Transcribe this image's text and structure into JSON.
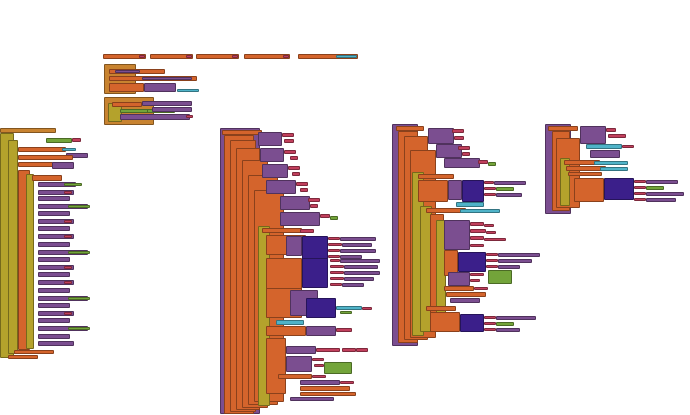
{
  "workspace": {
    "type": "blocks-editor",
    "colors": {
      "event": "#c88330",
      "variable": "#d4642c",
      "procedure": "#7b4e90",
      "control": "#b4a22c",
      "logic": "#73a43a",
      "text": "#c13f5c",
      "lists": "#4fb3c8",
      "component": "#3b1f8a"
    },
    "block_groups": [
      {
        "id": "globals-row",
        "kind": "variable-declarations"
      },
      {
        "id": "init-small-1",
        "kind": "event-handler"
      },
      {
        "id": "init-small-2",
        "kind": "event-handler"
      },
      {
        "id": "left-long",
        "kind": "procedure"
      },
      {
        "id": "center-large",
        "kind": "procedure"
      },
      {
        "id": "right-mid",
        "kind": "procedure"
      },
      {
        "id": "right-top",
        "kind": "procedure"
      }
    ]
  }
}
